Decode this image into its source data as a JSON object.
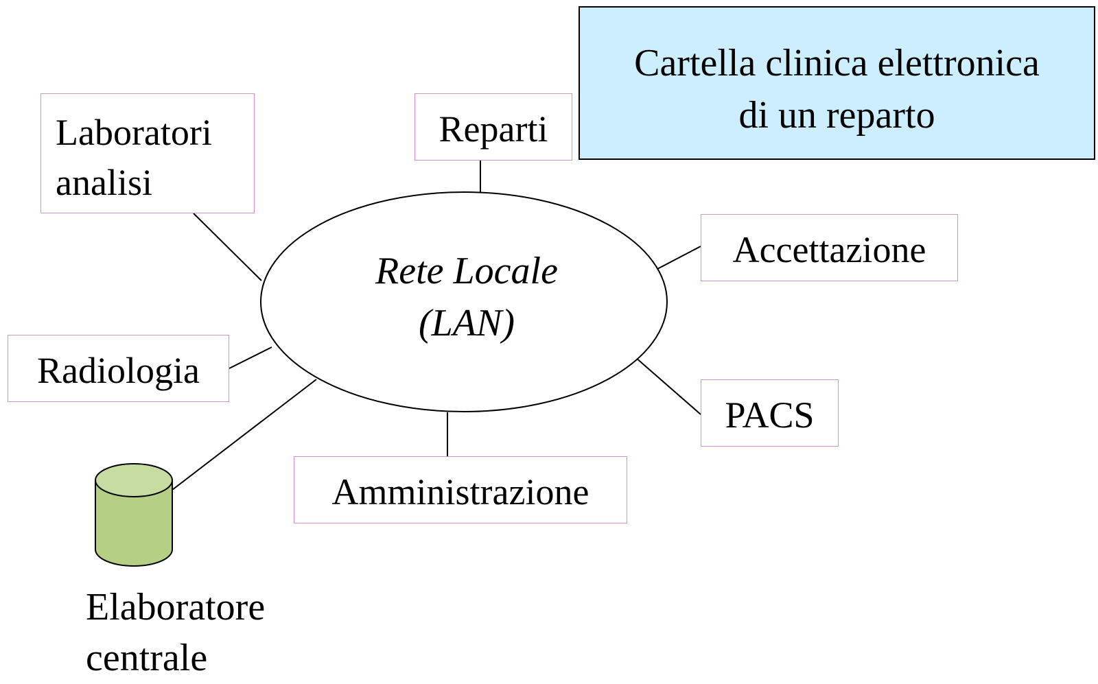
{
  "title_box": {
    "lines": [
      "Cartella clinica elettronica",
      "di un reparto"
    ],
    "fill_color": "#cdeefe"
  },
  "network": {
    "lines": [
      "Rete Locale",
      "(LAN)"
    ]
  },
  "nodes": {
    "laboratori": {
      "lines": [
        "Laboratori",
        "analisi"
      ]
    },
    "reparti": {
      "label": "Reparti"
    },
    "accettazione": {
      "label": "Accettazione"
    },
    "radiologia": {
      "label": "Radiologia"
    },
    "pacs": {
      "label": "PACS"
    },
    "amministrazione": {
      "label": "Amministrazione"
    }
  },
  "central_computer": {
    "lines": [
      "Elaboratore",
      "centrale"
    ],
    "icon": "database-cylinder-icon",
    "color": "#b5cf84"
  },
  "colors": {
    "node_border": "#d98fcf",
    "connector": "#000000"
  }
}
